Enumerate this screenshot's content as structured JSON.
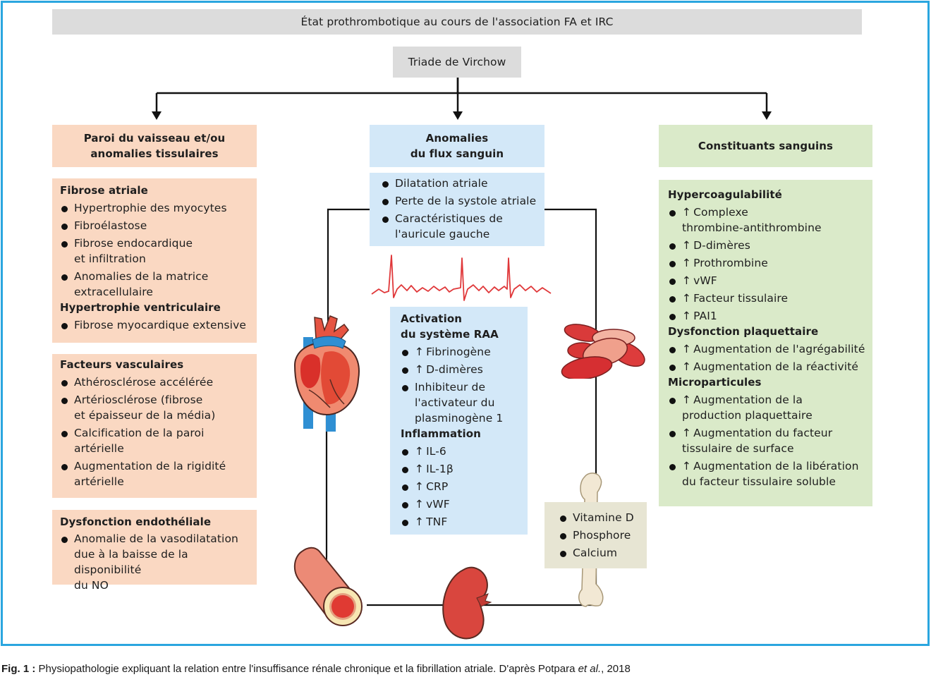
{
  "title": "État prothrombotique au cours de l'association FA et IRC",
  "triade": "Triade de Virchow",
  "columns": {
    "left": {
      "header": [
        "Paroi du vaisseau et/ou",
        "anomalies tissulaires"
      ],
      "color": "#fad8c2",
      "boxes": [
        {
          "sections": [
            {
              "heading": "Fibrose atriale",
              "items": [
                "Hypertrophie des myocytes",
                "Fibroélastose",
                "Fibrose endocardique\net infiltration",
                "Anomalies de la matrice\nextracellulaire"
              ]
            },
            {
              "heading": "Hypertrophie ventriculaire",
              "items": [
                "Fibrose myocardique extensive"
              ]
            }
          ]
        },
        {
          "sections": [
            {
              "heading": "Facteurs vasculaires",
              "items": [
                "Athérosclérose accélérée",
                "Artériosclérose (fibrose\net épaisseur de la média)",
                "Calcification de la paroi\nartérielle",
                "Augmentation de la rigidité\nartérielle"
              ]
            }
          ]
        },
        {
          "sections": [
            {
              "heading": "Dysfonction endothéliale",
              "items": [
                "Anomalie de la vasodilatation\ndue à la baisse de la disponibilité\ndu NO"
              ]
            }
          ]
        }
      ]
    },
    "middle": {
      "header": [
        "Anomalies",
        "du flux sanguin"
      ],
      "color": "#d3e8f8",
      "flow_items": [
        "Dilatation atriale",
        "Perte de la systole atriale",
        "Caractéristiques de\nl'auricule gauche"
      ],
      "raa_heading": [
        "Activation",
        "du système RAA"
      ],
      "raa_items": [
        {
          "up": true,
          "text": "Fibrinogène"
        },
        {
          "up": true,
          "text": "D-dimères"
        },
        {
          "up": false,
          "text": "Inhibiteur de\nl'activateur du\nplasminogène 1"
        }
      ],
      "inflammation_heading": "Inflammation",
      "inflammation_items": [
        {
          "up": true,
          "text": "IL-6"
        },
        {
          "up": true,
          "text": "IL-1β"
        },
        {
          "up": true,
          "text": "CRP"
        },
        {
          "up": true,
          "text": "vWF"
        },
        {
          "up": true,
          "text": "TNF"
        }
      ],
      "mineral_items": [
        "Vitamine D",
        "Phosphore",
        "Calcium"
      ]
    },
    "right": {
      "header": [
        "Constituants sanguins"
      ],
      "color": "#daeac9",
      "sections": [
        {
          "heading": "Hypercoagulabilité",
          "items": [
            "Complexe\nthrombine-antithrombine",
            "D-dimères",
            "Prothrombine",
            "vWF",
            "Facteur tissulaire",
            "PAI1"
          ]
        },
        {
          "heading": "Dysfonction plaquettaire",
          "items": [
            "Augmentation de l'agrégabilité",
            "Augmentation de la réactivité"
          ]
        },
        {
          "heading": "Microparticules",
          "items": [
            "Augmentation de la\nproduction plaquettaire",
            "Augmentation du facteur\ntissulaire de surface",
            "Augmentation de la libération\ndu facteur tissulaire soluble"
          ]
        }
      ]
    }
  },
  "illustrations": [
    "heart-icon",
    "ecg-trace-icon",
    "red-blood-cells-icon",
    "artery-icon",
    "kidney-icon",
    "bone-icon"
  ],
  "up_arrow": "↑",
  "caption": {
    "label": "Fig. 1 :",
    "text": " Physiopathologie expliquant la relation entre l'insuffisance rénale chronique et la fibrillation atriale. D'après Potpara ",
    "italic": "et al.",
    "tail": ", 2018"
  },
  "colors": {
    "frame": "#2aa6df",
    "gray": "#dcdcdc",
    "peach": "#fad8c2",
    "blue": "#d3e8f8",
    "green": "#daeac9",
    "beige": "#e7e5d3"
  }
}
